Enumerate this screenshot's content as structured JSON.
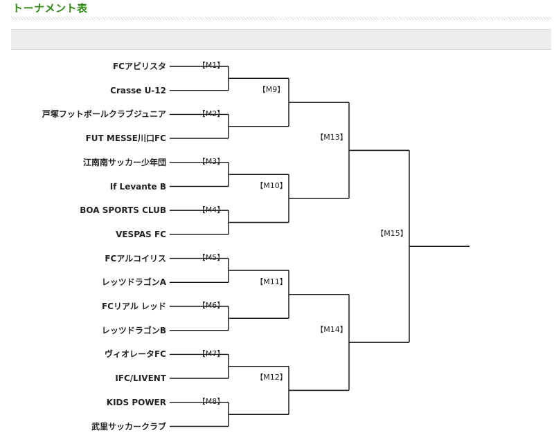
{
  "page": {
    "title": "トーナメント表"
  },
  "teams": [
    "FCアビリスタ",
    "Crasse U-12",
    "戸塚フットボールクラブジュニア",
    "FUT MESSE川口FC",
    "江南南サッカー少年団",
    "If Levante B",
    "BOA SPORTS CLUB",
    "VESPAS FC",
    "FCアルコイリス",
    "レッツドラゴンA",
    "FCリアル レッド",
    "レッツドラゴンB",
    "ヴィオレータFC",
    "IFC/LIVENT",
    "KIDS POWER",
    "武里サッカークラブ"
  ],
  "matches": {
    "round1": [
      "【M1】",
      "【M2】",
      "【M3】",
      "【M4】",
      "【M5】",
      "【M6】",
      "【M7】",
      "【M8】"
    ],
    "round2": [
      "【M9】",
      "【M10】",
      "【M11】",
      "【M12】"
    ],
    "round3": [
      "【M13】",
      "【M14】"
    ],
    "final": [
      "【M15】"
    ]
  }
}
